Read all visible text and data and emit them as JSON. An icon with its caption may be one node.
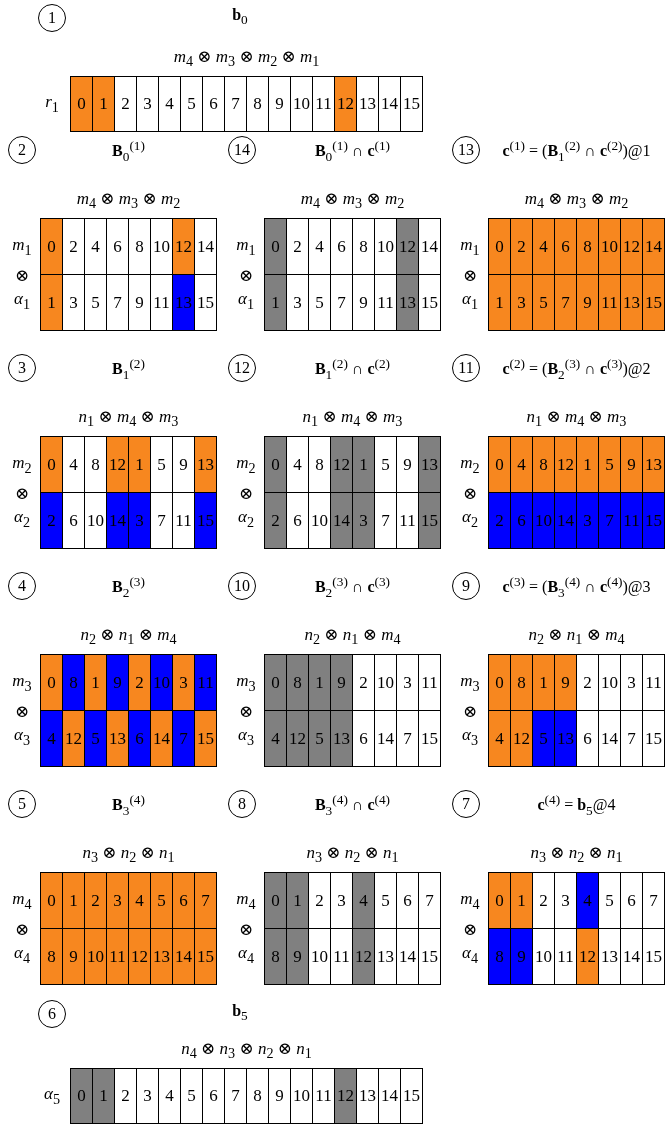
{
  "diagram": {
    "nodes": [
      {
        "text": [
          "1"
        ]
      },
      {
        "text": [
          "2"
        ]
      },
      {
        "text": [
          "14"
        ]
      },
      {
        "text": [
          "13"
        ]
      },
      {
        "text": [
          "3"
        ]
      },
      {
        "text": [
          "12"
        ]
      },
      {
        "text": [
          "11"
        ]
      },
      {
        "text": [
          "4"
        ]
      },
      {
        "text": [
          "10"
        ]
      },
      {
        "text": [
          "9"
        ]
      },
      {
        "text": [
          "5"
        ]
      },
      {
        "text": [
          "8"
        ]
      },
      {
        "text": [
          "7"
        ]
      },
      {
        "text": [
          "6"
        ]
      }
    ],
    "edges": [],
    "labels": [
      "**b**$_{0}$",
      "*m*$_{4}$ ⊗ *m*$_{3}$ ⊗ *m*$_{2}$ ⊗ *m*$_{1}$",
      "*r*$_{1}$",
      "0",
      "1",
      "2",
      "3",
      "4",
      "5",
      "6",
      "7",
      "8",
      "9",
      "10",
      "11",
      "12",
      "13",
      "14",
      "15",
      "**B**$_{0}$$^{(1)}$",
      "*m*$_{4}$ ⊗ *m*$_{3}$ ⊗ *m*$_{2}$",
      "*m*$_{1}$",
      "⊗",
      "*α*$_{1}$",
      "0",
      "2",
      "4",
      "6",
      "8",
      "10",
      "12",
      "14",
      "1",
      "3",
      "5",
      "7",
      "9",
      "11",
      "13",
      "15",
      "**B**$_{0}$$^{(1)}$ ∩ **c**$^{(1)}$",
      "*m*$_{4}$ ⊗ *m*$_{3}$ ⊗ *m*$_{2}$",
      "*m*$_{1}$",
      "⊗",
      "*α*$_{1}$",
      "0",
      "2",
      "4",
      "6",
      "8",
      "10",
      "12",
      "14",
      "1",
      "3",
      "5",
      "7",
      "9",
      "11",
      "13",
      "15",
      "**c**$^{(1)}$ = (**B**$_{1}$$^{(2)}$ ∩ **c**$^{(2)}$)@1",
      "*m*$_{4}$ ⊗ *m*$_{3}$ ⊗ *m*$_{2}$",
      "*m*$_{1}$",
      "⊗",
      "*α*$_{1}$",
      "0",
      "2",
      "4",
      "6",
      "8",
      "10",
      "12",
      "14",
      "1",
      "3",
      "5",
      "7",
      "9",
      "11",
      "13",
      "15",
      "**B**$_{1}$$^{(2)}$",
      "*n*$_{1}$ ⊗ *m*$_{4}$ ⊗ *m*$_{3}$",
      "*m*$_{2}$",
      "⊗",
      "*α*$_{2}$",
      "0",
      "4",
      "8",
      "12",
      "1",
      "5",
      "9",
      "13",
      "2",
      "6",
      "10",
      "14",
      "3",
      "7",
      "11",
      "15",
      "**B**$_{1}$$^{(2)}$ ∩ **c**$^{(2)}$",
      "*n*$_{1}$ ⊗ *m*$_{4}$ ⊗ *m*$_{3}$",
      "*m*$_{2}$",
      "⊗",
      "*α*$_{2}$",
      "0",
      "4",
      "8",
      "12",
      "1",
      "5",
      "9",
      "13",
      "2",
      "6",
      "10",
      "14",
      "3",
      "7",
      "11",
      "15",
      "**c**$^{(2)}$ = (**B**$_{2}$$^{(3)}$ ∩ **c**$^{(3)}$)@2",
      "*n*$_{1}$ ⊗ *m*$_{4}$ ⊗ *m*$_{3}$",
      "*m*$_{2}$",
      "⊗",
      "*α*$_{2}$",
      "0",
      "4",
      "8",
      "12",
      "1",
      "5",
      "9",
      "13",
      "2",
      "6",
      "10",
      "14",
      "3",
      "7",
      "11",
      "15",
      "**B**$_{2}$$^{(3)}$",
      "*n*$_{2}$ ⊗ *n*$_{1}$ ⊗ *m*$_{4}$",
      "*m*$_{3}$",
      "⊗",
      "*α*$_{3}$",
      "0",
      "8",
      "1",
      "9",
      "2",
      "10",
      "3",
      "11",
      "4",
      "12",
      "5",
      "13",
      "6",
      "14",
      "7",
      "15",
      "**B**$_{2}$$^{(3)}$ ∩ **c**$^{(3)}$",
      "*n*$_{2}$ ⊗ *n*$_{1}$ ⊗ *m*$_{4}$",
      "*m*$_{3}$",
      "⊗",
      "*α*$_{3}$",
      "0",
      "8",
      "1",
      "9",
      "2",
      "10",
      "3",
      "11",
      "4",
      "12",
      "5",
      "13",
      "6",
      "14",
      "7",
      "15",
      "**c**$^{(3)}$ = (**B**$_{3}$$^{(4)}$ ∩ **c**$^{(4)}$)@3",
      "*n*$_{2}$ ⊗ *n*$_{1}$ ⊗ *m*$_{4}$",
      "*m*$_{3}$",
      "⊗",
      "*α*$_{3}$",
      "0",
      "8",
      "1",
      "9",
      "2",
      "10",
      "3",
      "11",
      "4",
      "12",
      "5",
      "13",
      "6",
      "14",
      "7",
      "15",
      "**B**$_{3}$$^{(4)}$",
      "*n*$_{3}$ ⊗ *n*$_{2}$ ⊗ *n*$_{1}$",
      "*m*$_{4}$",
      "⊗",
      "*α*$_{4}$",
      "0",
      "1",
      "2",
      "3",
      "4",
      "5",
      "6",
      "7",
      "8",
      "9",
      "10",
      "11",
      "12",
      "13",
      "14",
      "15",
      "**B**$_{3}$$^{(4)}$ ∩ **c**$^{(4)}$",
      "*n*$_{3}$ ⊗ *n*$_{2}$ ⊗ *n*$_{1}$",
      "*m*$_{4}$",
      "⊗",
      "*α*$_{4}$",
      "0",
      "1",
      "2",
      "3",
      "4",
      "5",
      "6",
      "7",
      "8",
      "9",
      "10",
      "11",
      "12",
      "13",
      "14",
      "15",
      "**c**$^{(4)}$ = **b**$_{5}$@4",
      "*n*$_{3}$ ⊗ *n*$_{2}$ ⊗ *n*$_{1}$",
      "*m*$_{4}$",
      "⊗",
      "*α*$_{4}$",
      "0",
      "1",
      "2",
      "3",
      "4",
      "5",
      "6",
      "7",
      "8",
      "9",
      "10",
      "11",
      "12",
      "13",
      "14",
      "15",
      "**b**$_{5}$",
      "*n*$_{4}$ ⊗ *n*$_{3}$ ⊗ *n*$_{2}$ ⊗ *n*$_{1}$",
      "*α*$_{5}$",
      "0",
      "1",
      "2",
      "3",
      "4",
      "5",
      "6",
      "7",
      "8",
      "9",
      "10",
      "11",
      "12",
      "13",
      "14",
      "15"
    ]
  }
}
